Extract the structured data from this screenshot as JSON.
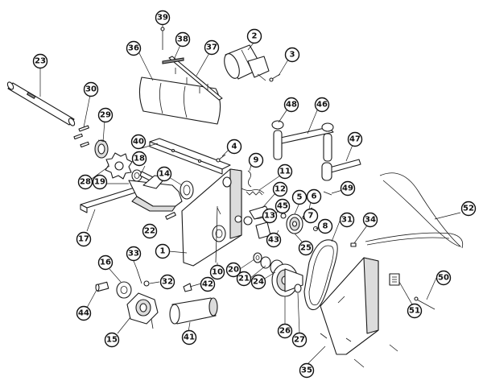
{
  "callouts": [
    "1",
    "2",
    "3",
    "4",
    "5",
    "6",
    "7",
    "8",
    "9",
    "10",
    "11",
    "12",
    "13",
    "14",
    "15",
    "16",
    "17",
    "18",
    "19",
    "20",
    "21",
    "22",
    "23",
    "24",
    "25",
    "26",
    "27",
    "28",
    "29",
    "30",
    "31",
    "32",
    "33",
    "34",
    "35",
    "36",
    "37",
    "38",
    "39",
    "40",
    "41",
    "42",
    "43",
    "44",
    "45",
    "46",
    "47",
    "48",
    "49",
    "50",
    "51",
    "52"
  ]
}
